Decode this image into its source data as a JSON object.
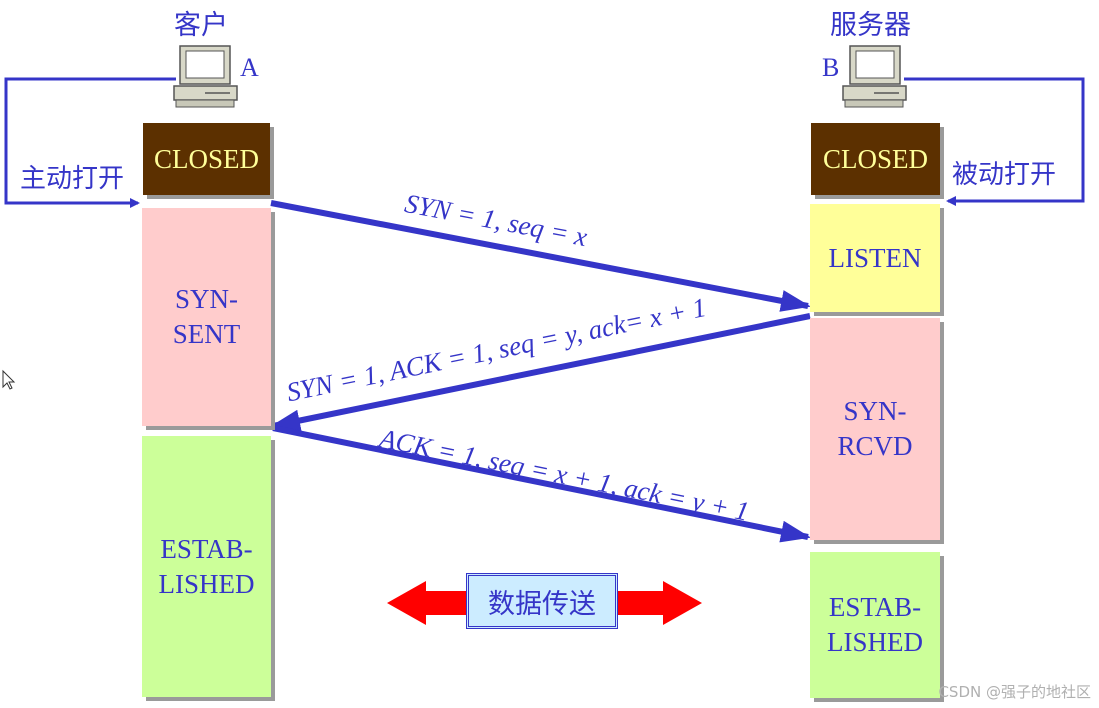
{
  "client": {
    "title": "客户",
    "id": "A",
    "action": "主动打开"
  },
  "server": {
    "title": "服务器",
    "id": "B",
    "action": "被动打开"
  },
  "client_states": {
    "closed": "CLOSED",
    "syn_sent": [
      "SYN-",
      "SENT"
    ],
    "established": [
      "ESTAB-",
      "LISHED"
    ]
  },
  "server_states": {
    "closed": "CLOSED",
    "listen": "LISTEN",
    "syn_rcvd": [
      "SYN-",
      "RCVD"
    ],
    "established": [
      "ESTAB-",
      "LISHED"
    ]
  },
  "messages": {
    "syn": "SYN = 1, seq = x",
    "syn_ack": "SYN = 1, ACK = 1, seq = y, ack= x + 1",
    "ack": "ACK = 1, seq = x + 1, ack = y + 1"
  },
  "data_transfer": "数据传送",
  "watermark": "CSDN @强子的地社区",
  "colors": {
    "text": "#3535c8",
    "closed_bg": "#5c3000",
    "closed_text": "#ffff99",
    "pink": "#ffcccc",
    "yellow": "#ffff99",
    "green": "#ccff99",
    "arrow_red": "#ff0000"
  }
}
